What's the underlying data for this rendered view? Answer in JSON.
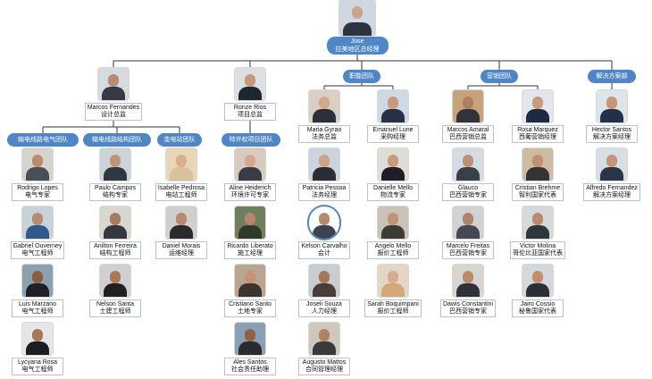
{
  "colors": {
    "accent": "#4f86c6",
    "line": "#333333",
    "label_border": "#b7c3d3"
  },
  "ceo": {
    "name": "Jose",
    "title": "拉美地区总经理"
  },
  "teams": [
    "输电线路电气团队",
    "输电线路结构团队",
    "变电站团队",
    "特许权项目团队",
    "职能团队",
    "营销团队",
    "解决方案部"
  ],
  "people": [
    {
      "name": "Marcos Fernandes",
      "title": "设计总监"
    },
    {
      "name": "Ronze Rios",
      "title": "项目总监"
    },
    {
      "name": "Maria Gyrao",
      "title": "法务总监"
    },
    {
      "name": "Emanuel Lune",
      "title": "采购经理"
    },
    {
      "name": "Marcos Amaral",
      "title": "巴西营销总监"
    },
    {
      "name": "Rosa Marquez",
      "title": "西葡营销经理"
    },
    {
      "name": "Hector Santos",
      "title": "解决方案经理"
    },
    {
      "name": "Rodrigo Lopes",
      "title": "电气专家"
    },
    {
      "name": "Paulo Campos",
      "title": "结构专家"
    },
    {
      "name": "Isabelle Pedrosa",
      "title": "电站工程师"
    },
    {
      "name": "Aline Heiderich",
      "title": "环境许可专家"
    },
    {
      "name": "Patricia Pessoa",
      "title": "法务经理"
    },
    {
      "name": "Danielle Mello",
      "title": "物流专家"
    },
    {
      "name": "Glauco",
      "title": "巴西营销专家"
    },
    {
      "name": "Cristian Brehme",
      "title": "智利国家代表"
    },
    {
      "name": "Alfredo Fernandez",
      "title": "解决方案经理"
    },
    {
      "name": "Gabriel Ouverney",
      "title": "电气工程师"
    },
    {
      "name": "Anilton Ferreira",
      "title": "结构工程师"
    },
    {
      "name": "Daniel Morais",
      "title": "运维经理"
    },
    {
      "name": "Ricardo Liberato",
      "title": "施工经理"
    },
    {
      "name": "Kelson Carvalho",
      "title": "会计"
    },
    {
      "name": "Angelo Mello",
      "title": "报价工程师"
    },
    {
      "name": "Marcelo Freitas",
      "title": "巴西营销专家"
    },
    {
      "name": "Victor Molina",
      "title": "哥伦比亚国家代表"
    },
    {
      "name": "Luis Marzano",
      "title": "电气工程师"
    },
    {
      "name": "Nelson Santa",
      "title": "土建工程师"
    },
    {
      "name": "Cristiano Santo",
      "title": "土地专家"
    },
    {
      "name": "Joseli Souza",
      "title": "人力经理"
    },
    {
      "name": "Sarah Boquimpani",
      "title": "报价工程师"
    },
    {
      "name": "Dawis Constantini",
      "title": "巴西营销专家"
    },
    {
      "name": "Jairo Cossio",
      "title": "秘鲁国家代表"
    },
    {
      "name": "Lycyana Rosa",
      "title": "电气工程师"
    },
    {
      "name": "Ales Santos",
      "title": "社会责任助理"
    },
    {
      "name": "Augusto Mattos",
      "title": "合同管理经理"
    }
  ]
}
